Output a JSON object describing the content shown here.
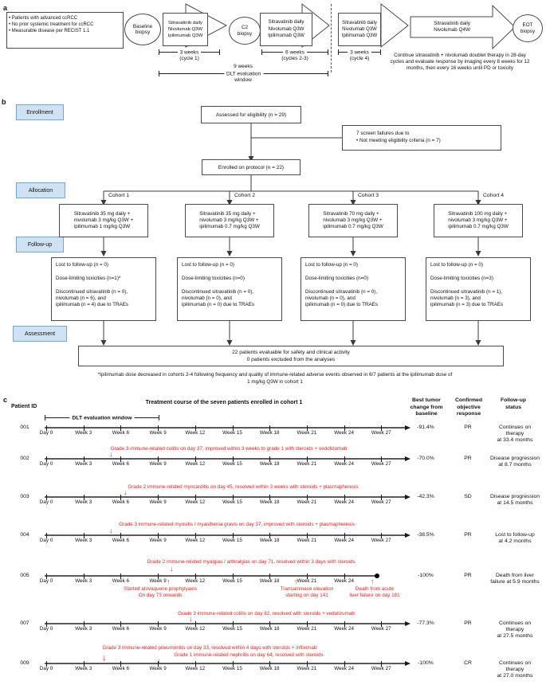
{
  "panel_a": {
    "label": "a",
    "criteria": [
      "• Patients with advanced ccRCC",
      "• No prior systemic treatment for ccRCC",
      "• Measurable disease per RECIST 1.1"
    ],
    "baseline_biopsy": "Baseline\nbiopsy",
    "treatment1": "Sitravatinib daily\nNivolumab Q3W\nIpilimumab Q3W",
    "c2_biopsy": "C2\nbiopsy",
    "treatment2": "Sitravatinib daily\nNivolumab Q3W\nIpilimumab Q3W",
    "treatment3": "Sitravatinib daily\nNivolumab Q3W\nIpilimumab Q3W",
    "treatment4": "Sitravatinib daily\nNivolumab Q4W",
    "eot_biopsy": "EOT\nbiopsy",
    "bracket1_label": "3 weeks",
    "bracket1_sub": "(cycle 1)",
    "bracket2_label": "6 weeks",
    "bracket2_sub": "(cycles 2-3)",
    "bracket3_label": "3 weeks",
    "bracket3_sub": "(cycle 4)",
    "dlt_top": "9 weeks",
    "dlt_mid": "DLT evaluation",
    "dlt_bottom": "window",
    "continue_note": "Continue sitravatinib + nivolumab doublet therapy in 28-day cycles and evaluate response by imaging every 8 weeks for 12 months, then every 16 weeks until PD or toxicity"
  },
  "panel_b": {
    "label": "b",
    "stages": [
      "Enrollment",
      "Allocation",
      "Follow-up",
      "Assessment"
    ],
    "assessed": "Assessed for eligibility (n = 29)",
    "screen_failures": "7 screen failures due to\n• Not meeting eligibility criteria (n = 7)",
    "enrolled": "Enrolled on protocol (n = 22)",
    "cohorts": [
      {
        "name": "Cohort 1",
        "regimen": "Sitravatinib 35 mg daily +\nnivolumab 3 mg/kg Q3W +\nipilimumab 1 mg/kg Q3W",
        "followup": "Lost to follow-up (n = 0)\n\nDose-limiting toxicities (n=1)*\n\nDiscontinued sitravatinib (n = 0),\nnivolumab (n = 6), and\nipilimumab (n = 4) due to TRAEs"
      },
      {
        "name": "Cohort 2",
        "regimen": "Sitravatinib 35 mg daily +\nnivolumab 3 mg/kg Q3W +\nipilimumab 0.7 mg/kg Q3W",
        "followup": "Lost to follow-up (n = 0)\n\nDose-limiting toxicities (n=0)\n\nDiscontinued sitravatinib (n = 0),\nnivolumab (n = 0), and\nipilimumab (n = 0) due to TRAEs"
      },
      {
        "name": "Cohort 3",
        "regimen": "Sitravatinib 70 mg daily +\nnivolumab 3 mg/kg Q3W +\nipilimumab 0.7 mg/kg Q3W",
        "followup": "Lost to follow-up (n = 0)\n\nDose-limiting toxicities (n=0)\n\nDiscontinued sitravatinib (n = 0),\nnivolumab (n = 0), and\nipilimumab (n = 0) due to TRAEs"
      },
      {
        "name": "Cohort 4",
        "regimen": "Sitravatinib 100 mg daily +\nnivolumab 3 mg/kg Q3W +\nipilimumab 0.7 mg/kg Q3W",
        "followup": "Lost to follow-up (n = 0)\n\nDose-limiting toxicities (n=3)\n\nDiscontinued sitravatinib (n = 1),\nnivolumab (n = 3), and\nipilimumab (n = 3) due to TRAEs"
      }
    ],
    "assessment_box": "22 patients evaluable for safety and clinical activity\n0 patients excluded from the analyses",
    "footnote": "*Ipilimumab dose decreased in cohorts 2-4 following frequency and quality of immune-related adverse events observed in 6/7 patients at the ipilimumab dose of\n1 mg/kg Q3W in cohort 1"
  },
  "panel_c": {
    "label": "c",
    "patient_id_header": "Patient ID",
    "title": "Treatment course of the seven patients enrolled in cohort 1",
    "dlt_window_label": "DLT evaluation window",
    "columns": {
      "change": "Best tumor\nchange from\nbaseline",
      "response": "Confirmed\nobjective\nresponse",
      "status": "Follow-up\nstatus"
    },
    "axis_ticks": [
      "Day 0",
      "Week 3",
      "Week 6",
      "Week 9",
      "Week 12",
      "Week 15",
      "Week 18",
      "Week 21",
      "Week 24",
      "Week 27"
    ],
    "patients": [
      {
        "id": "001",
        "change": "-91.4%",
        "response": "PR",
        "status": "Continues on\ntherapy\nat 33.4 months",
        "tick_count": 10,
        "end": "arrow",
        "events_above": [],
        "events_below": []
      },
      {
        "id": "002",
        "change": "-70.0%",
        "response": "PR",
        "status": "Disease progression\nat 8.7 months",
        "tick_count": 10,
        "end": "arrow",
        "events_above": [
          {
            "day": 37,
            "text": "Grade 3 immune-related colitis on day 37, improved within 3 weeks to grade 1 with steroids + vedolizumab"
          }
        ],
        "events_below": []
      },
      {
        "id": "003",
        "change": "-42.3%",
        "response": "SD",
        "status": "Disease progression\nat 14.5 months",
        "tick_count": 10,
        "end": "arrow",
        "events_above": [
          {
            "day": 45,
            "text": "Grade 2 immune-related myocarditis on day 45, resolved within 3 weeks with steroids + plasmapheresis"
          }
        ],
        "events_below": []
      },
      {
        "id": "004",
        "change": "-38.5%",
        "response": "PR",
        "status": "Lost to follow-up\nat 4.2 months",
        "tick_count": 10,
        "end": "arrow",
        "events_above": [
          {
            "day": 37,
            "text": "Grade 3 immune-related myositis / myasthenia gravis on day 37, improved with steroids + plasmapheresis"
          }
        ],
        "events_below": []
      },
      {
        "id": "005",
        "change": "-100%",
        "response": "PR",
        "status": "Death from liver\nfailure at 5.9 months",
        "tick_count": 9,
        "end": "dot",
        "events_above": [
          {
            "day": 71,
            "text": "Grade 2 immune-related myalgias / arthralgias on day 71, resolved within 3 days with steroids"
          }
        ],
        "events_below": [
          {
            "day": 73,
            "text": "Started atovaquone prophylyaxis\nOn day 73 onwards"
          },
          {
            "day": 141,
            "text": "Transaminase elevation\nstarting on day 141"
          },
          {
            "day": 181,
            "text": "Death from acute\nliver failure on day 181"
          }
        ]
      },
      {
        "id": "007",
        "change": "-77.3%",
        "response": "PR",
        "status": "Continues on\ntherapy\nat 27.5 months",
        "tick_count": 10,
        "end": "arrow",
        "events_above": [
          {
            "day": 82,
            "text": "Grade 3 immune-related colitis on day 82, resolved with steroids + vedolizumab"
          }
        ],
        "events_below": []
      },
      {
        "id": "009",
        "change": "-100%",
        "response": "CR",
        "status": "Continues on\ntherapy\nat 27.0 months",
        "tick_count": 10,
        "end": "arrow",
        "events_above": [
          {
            "day": 33,
            "text": "Grade 3 immune-related pneumonitis on day 33, resolved within 4 days with steroids + infliximab"
          },
          {
            "day": 64,
            "text": "Grade 1 immune-related nephritis on day 64, resolved with steroids"
          }
        ],
        "events_below": []
      }
    ]
  },
  "colors": {
    "red": "#e8231f",
    "stage_fill": "#cfe2f3",
    "stage_border": "#76a5d0",
    "line": "#3a3a3a"
  }
}
